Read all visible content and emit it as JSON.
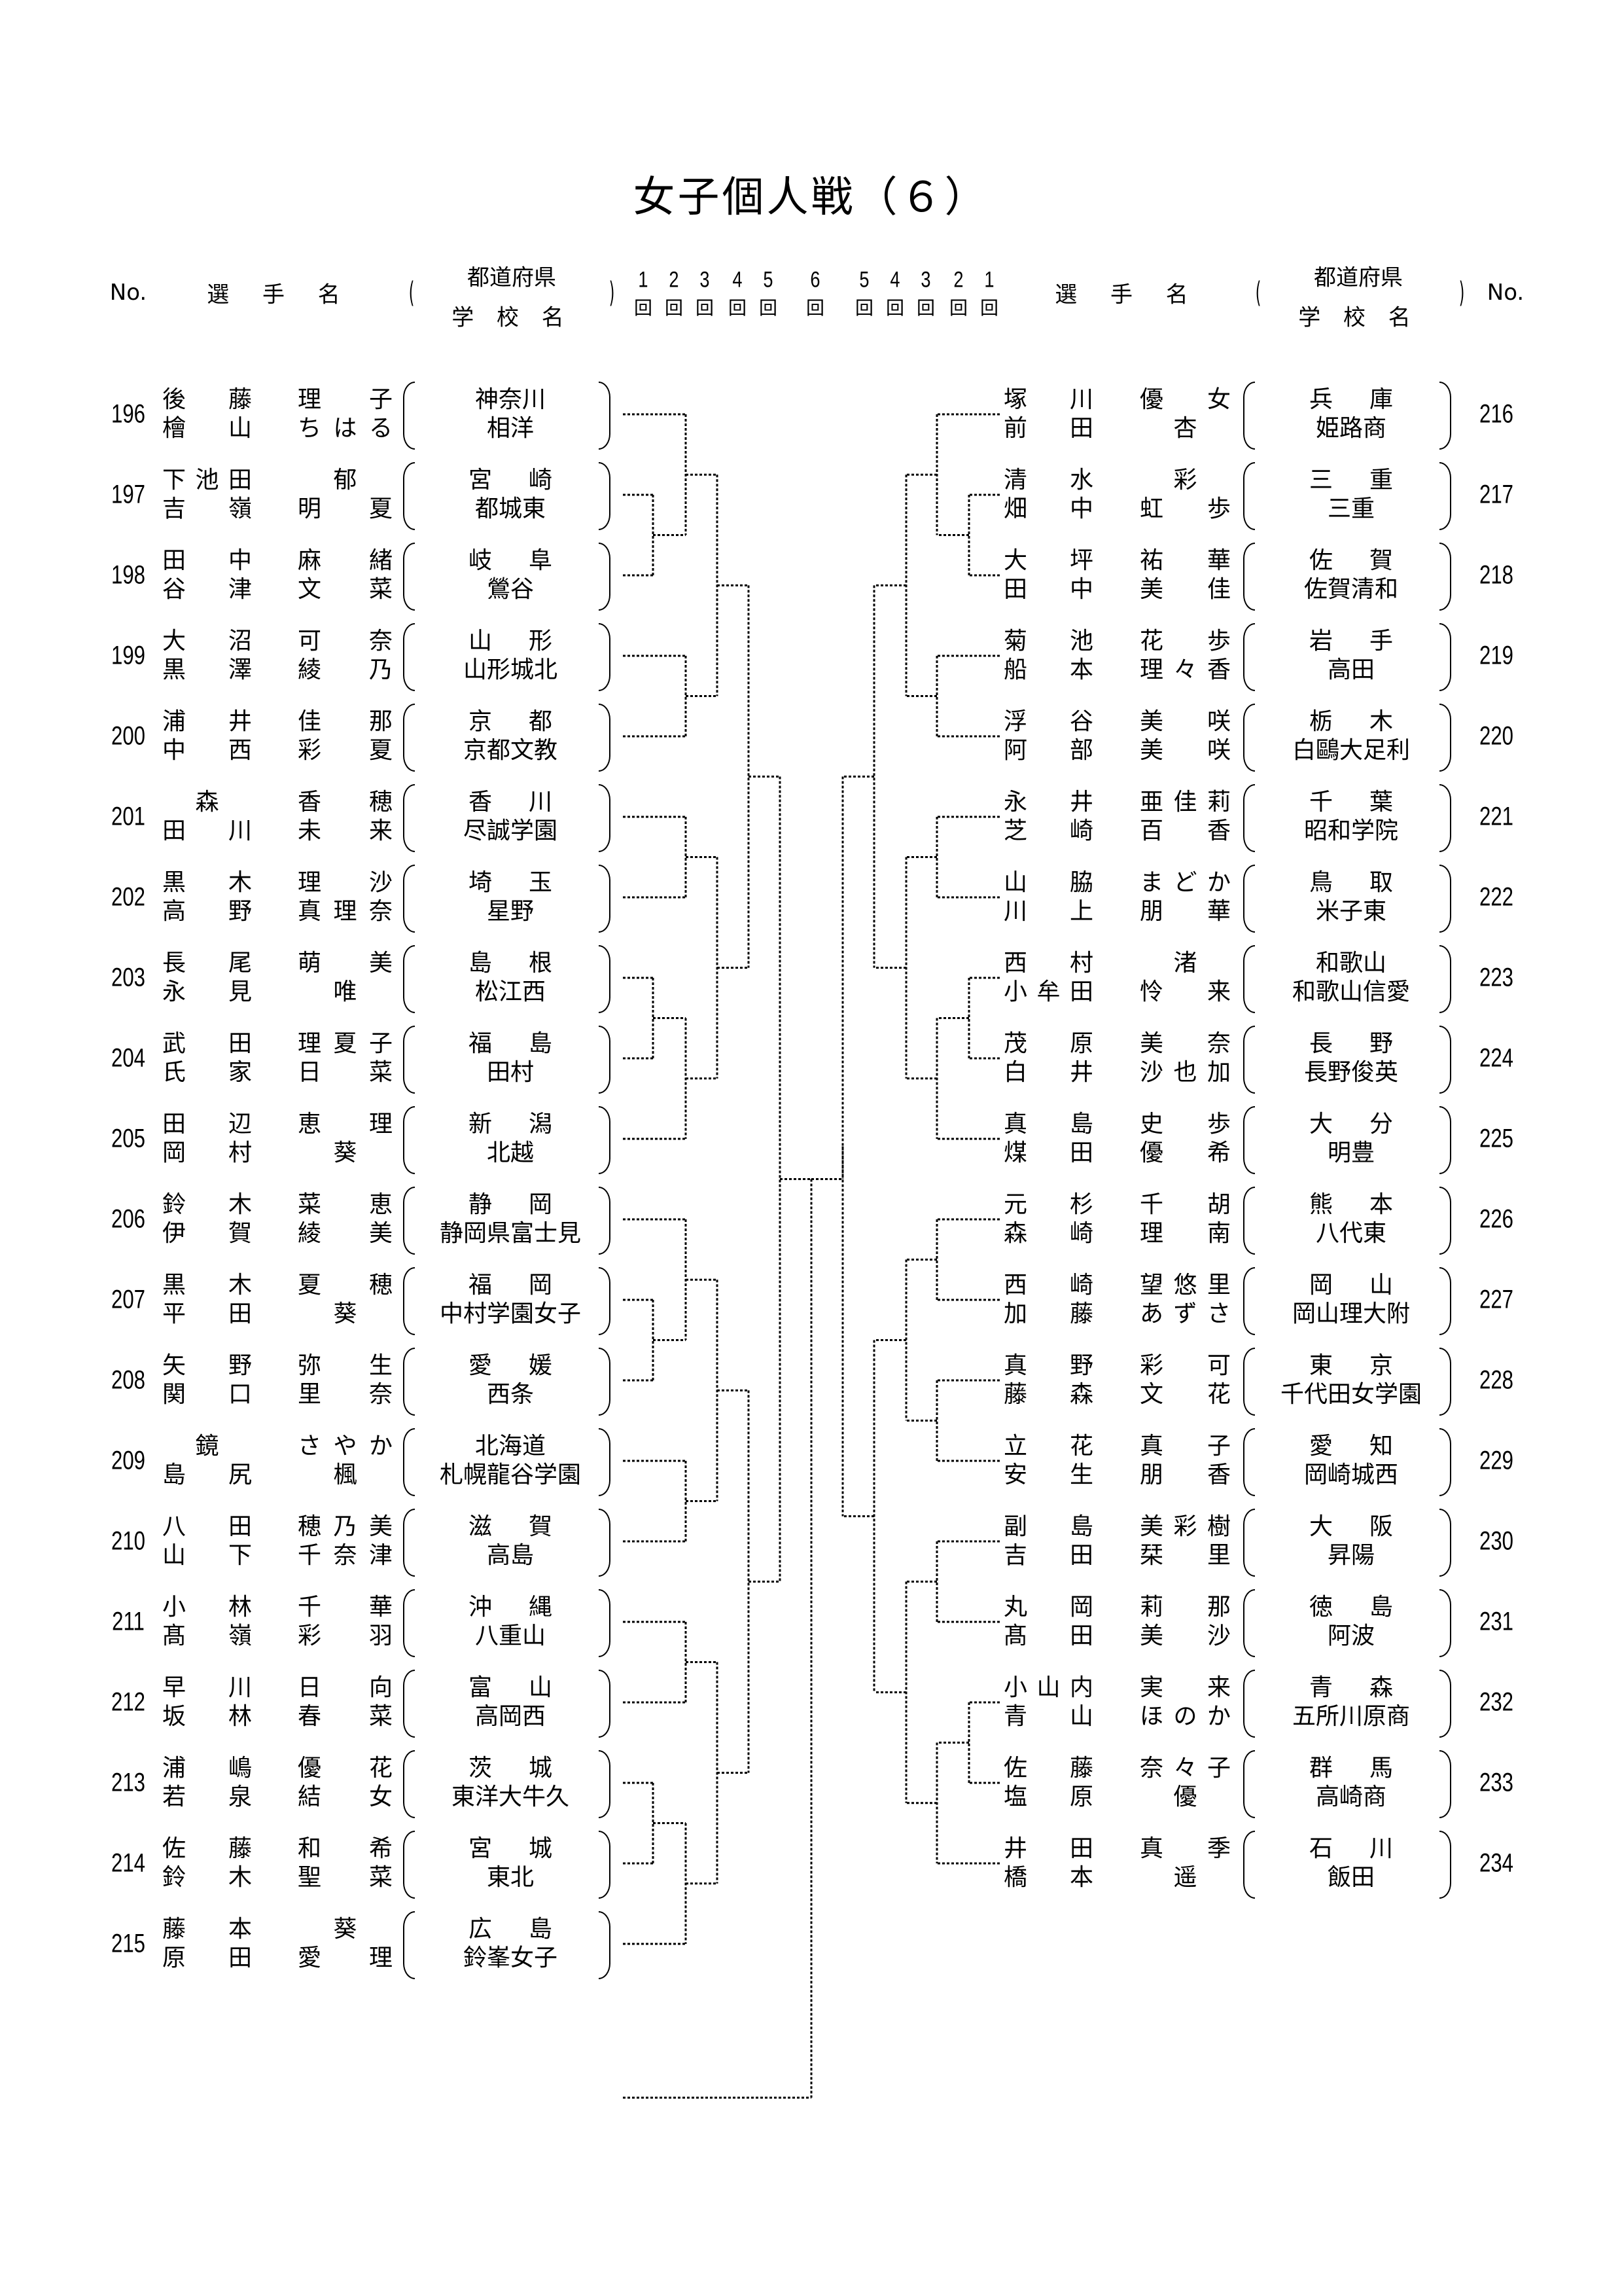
{
  "title": "女子個人戦（６）",
  "header": {
    "no": "No.",
    "player": "選 手 名",
    "paren_open": "(",
    "paren_close": ")",
    "prefecture": "都道府県",
    "school": "学 校 名",
    "round_unit": "回",
    "rounds_left": [
      "1",
      "2",
      "3",
      "4",
      "5"
    ],
    "round_center": "6",
    "rounds_right": [
      "5",
      "4",
      "3",
      "2",
      "1"
    ]
  },
  "left": [
    {
      "no": "196",
      "names": [
        [
          "後藤",
          "理子"
        ],
        [
          "檜山",
          "ちはる"
        ]
      ],
      "pref": "神奈川",
      "school": "相洋"
    },
    {
      "no": "197",
      "names": [
        [
          "下池田",
          "郁"
        ],
        [
          "吉嶺",
          "明夏"
        ]
      ],
      "pref": "宮崎",
      "school": "都城東"
    },
    {
      "no": "198",
      "names": [
        [
          "田中",
          "麻緒"
        ],
        [
          "谷津",
          "文菜"
        ]
      ],
      "pref": "岐阜",
      "school": "鶯谷"
    },
    {
      "no": "199",
      "names": [
        [
          "大沼",
          "可奈"
        ],
        [
          "黒澤",
          "綾乃"
        ]
      ],
      "pref": "山形",
      "school": "山形城北"
    },
    {
      "no": "200",
      "names": [
        [
          "浦井",
          "佳那"
        ],
        [
          "中西",
          "彩夏"
        ]
      ],
      "pref": "京都",
      "school": "京都文教"
    },
    {
      "no": "201",
      "names": [
        [
          "森",
          "香穂"
        ],
        [
          "田川",
          "未来"
        ]
      ],
      "pref": "香川",
      "school": "尽誠学園"
    },
    {
      "no": "202",
      "names": [
        [
          "黒木",
          "理沙"
        ],
        [
          "高野",
          "真理奈"
        ]
      ],
      "pref": "埼玉",
      "school": "星野"
    },
    {
      "no": "203",
      "names": [
        [
          "長尾",
          "萌美"
        ],
        [
          "永見",
          "唯"
        ]
      ],
      "pref": "島根",
      "school": "松江西"
    },
    {
      "no": "204",
      "names": [
        [
          "武田",
          "理夏子"
        ],
        [
          "氏家",
          "日菜"
        ]
      ],
      "pref": "福島",
      "school": "田村"
    },
    {
      "no": "205",
      "names": [
        [
          "田辺",
          "恵理"
        ],
        [
          "岡村",
          "葵"
        ]
      ],
      "pref": "新潟",
      "school": "北越"
    },
    {
      "no": "206",
      "names": [
        [
          "鈴木",
          "菜恵"
        ],
        [
          "伊賀",
          "綾美"
        ]
      ],
      "pref": "静岡",
      "school": "静岡県富士見"
    },
    {
      "no": "207",
      "names": [
        [
          "黒木",
          "夏穂"
        ],
        [
          "平田",
          "葵"
        ]
      ],
      "pref": "福岡",
      "school": "中村学園女子"
    },
    {
      "no": "208",
      "names": [
        [
          "矢野",
          "弥生"
        ],
        [
          "関口",
          "里奈"
        ]
      ],
      "pref": "愛媛",
      "school": "西条"
    },
    {
      "no": "209",
      "names": [
        [
          "鏡",
          "さやか"
        ],
        [
          "島尻",
          "楓"
        ]
      ],
      "pref": "北海道",
      "school": "札幌龍谷学園"
    },
    {
      "no": "210",
      "names": [
        [
          "八田",
          "穂乃美"
        ],
        [
          "山下",
          "千奈津"
        ]
      ],
      "pref": "滋賀",
      "school": "高島"
    },
    {
      "no": "211",
      "names": [
        [
          "小林",
          "千華"
        ],
        [
          "髙嶺",
          "彩羽"
        ]
      ],
      "pref": "沖縄",
      "school": "八重山"
    },
    {
      "no": "212",
      "names": [
        [
          "早川",
          "日向"
        ],
        [
          "坂林",
          "春菜"
        ]
      ],
      "pref": "富山",
      "school": "高岡西"
    },
    {
      "no": "213",
      "names": [
        [
          "浦嶋",
          "優花"
        ],
        [
          "若泉",
          "結女"
        ]
      ],
      "pref": "茨城",
      "school": "東洋大牛久"
    },
    {
      "no": "214",
      "names": [
        [
          "佐藤",
          "和希"
        ],
        [
          "鈴木",
          "聖菜"
        ]
      ],
      "pref": "宮城",
      "school": "東北"
    },
    {
      "no": "215",
      "names": [
        [
          "藤本",
          "葵"
        ],
        [
          "原田",
          "愛理"
        ]
      ],
      "pref": "広島",
      "school": "鈴峯女子"
    }
  ],
  "right": [
    {
      "no": "216",
      "names": [
        [
          "塚川",
          "優女"
        ],
        [
          "前田",
          "杏"
        ]
      ],
      "pref": "兵庫",
      "school": "姫路商"
    },
    {
      "no": "217",
      "names": [
        [
          "清水",
          "彩"
        ],
        [
          "畑中",
          "虹歩"
        ]
      ],
      "pref": "三重",
      "school": "三重"
    },
    {
      "no": "218",
      "names": [
        [
          "大坪",
          "祐華"
        ],
        [
          "田中",
          "美佳"
        ]
      ],
      "pref": "佐賀",
      "school": "佐賀清和"
    },
    {
      "no": "219",
      "names": [
        [
          "菊池",
          "花歩"
        ],
        [
          "船本",
          "理々香"
        ]
      ],
      "pref": "岩手",
      "school": "高田"
    },
    {
      "no": "220",
      "names": [
        [
          "浮谷",
          "美咲"
        ],
        [
          "阿部",
          "美咲"
        ]
      ],
      "pref": "栃木",
      "school": "白鷗大足利"
    },
    {
      "no": "221",
      "names": [
        [
          "永井",
          "亜佳莉"
        ],
        [
          "芝崎",
          "百香"
        ]
      ],
      "pref": "千葉",
      "school": "昭和学院"
    },
    {
      "no": "222",
      "names": [
        [
          "山脇",
          "まどか"
        ],
        [
          "川上",
          "朋華"
        ]
      ],
      "pref": "鳥取",
      "school": "米子東"
    },
    {
      "no": "223",
      "names": [
        [
          "西村",
          "渚"
        ],
        [
          "小牟田",
          "怜来"
        ]
      ],
      "pref": "和歌山",
      "school": "和歌山信愛"
    },
    {
      "no": "224",
      "names": [
        [
          "茂原",
          "美奈"
        ],
        [
          "白井",
          "沙也加"
        ]
      ],
      "pref": "長野",
      "school": "長野俊英"
    },
    {
      "no": "225",
      "names": [
        [
          "真島",
          "史歩"
        ],
        [
          "煤田",
          "優希"
        ]
      ],
      "pref": "大分",
      "school": "明豊"
    },
    {
      "no": "226",
      "names": [
        [
          "元杉",
          "千胡"
        ],
        [
          "森崎",
          "理南"
        ]
      ],
      "pref": "熊本",
      "school": "八代東"
    },
    {
      "no": "227",
      "names": [
        [
          "西崎",
          "望悠里"
        ],
        [
          "加藤",
          "あずさ"
        ]
      ],
      "pref": "岡山",
      "school": "岡山理大附"
    },
    {
      "no": "228",
      "names": [
        [
          "真野",
          "彩可"
        ],
        [
          "藤森",
          "文花"
        ]
      ],
      "pref": "東京",
      "school": "千代田女学園"
    },
    {
      "no": "229",
      "names": [
        [
          "立花",
          "真子"
        ],
        [
          "安生",
          "朋香"
        ]
      ],
      "pref": "愛知",
      "school": "岡崎城西"
    },
    {
      "no": "230",
      "names": [
        [
          "副島",
          "美彩樹"
        ],
        [
          "吉田",
          "栞里"
        ]
      ],
      "pref": "大阪",
      "school": "昇陽"
    },
    {
      "no": "231",
      "names": [
        [
          "丸岡",
          "莉那"
        ],
        [
          "髙田",
          "美沙"
        ]
      ],
      "pref": "徳島",
      "school": "阿波"
    },
    {
      "no": "232",
      "names": [
        [
          "小山内",
          "実来"
        ],
        [
          "青山",
          "ほのか"
        ]
      ],
      "pref": "青森",
      "school": "五所川原商"
    },
    {
      "no": "233",
      "names": [
        [
          "佐藤",
          "奈々子"
        ],
        [
          "塩原",
          "優"
        ]
      ],
      "pref": "群馬",
      "school": "高崎商"
    },
    {
      "no": "234",
      "names": [
        [
          "井田",
          "真季"
        ],
        [
          "橋本",
          "遥"
        ]
      ],
      "pref": "石川",
      "school": "飯田"
    }
  ]
}
